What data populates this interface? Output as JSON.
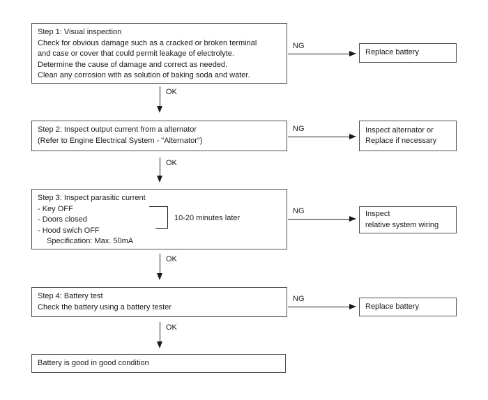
{
  "colors": {
    "border": "#4d4d4d",
    "arrow": "#1a1a1a",
    "text": "#1a1a1a",
    "bg": "#ffffff"
  },
  "labels": {
    "ok": "OK",
    "ng": "NG"
  },
  "steps": [
    {
      "lines": [
        "Step 1: Visual inspection",
        "Check for obvious damage such as a cracked or broken terminal",
        "and case or cover that could permit leakage of electrolyte.",
        "Determine the cause of damage and correct as needed.",
        "Clean any corrosion with as solution of baking soda and water."
      ]
    },
    {
      "lines": [
        "Step 2: Inspect output current from a alternator",
        "(Refer to Engine Electrical System - \"Alternator\")"
      ]
    },
    {
      "lines": [
        "Step 3: Inspect parasitic current",
        "- Key OFF",
        "- Doors closed",
        "- Hood swich OFF",
        "Specification: Max. 50mA"
      ],
      "annotation": "10-20 minutes later"
    },
    {
      "lines": [
        "Step 4: Battery test",
        "Check the battery using a battery tester"
      ]
    }
  ],
  "ng_boxes": [
    {
      "lines": [
        "Replace battery"
      ]
    },
    {
      "lines": [
        "Inspect alternator or",
        "Replace if necessary"
      ]
    },
    {
      "lines": [
        "Inspect",
        "relative system wiring"
      ]
    },
    {
      "lines": [
        "Replace battery"
      ]
    }
  ],
  "result": {
    "text": "Battery is good in good condition"
  }
}
